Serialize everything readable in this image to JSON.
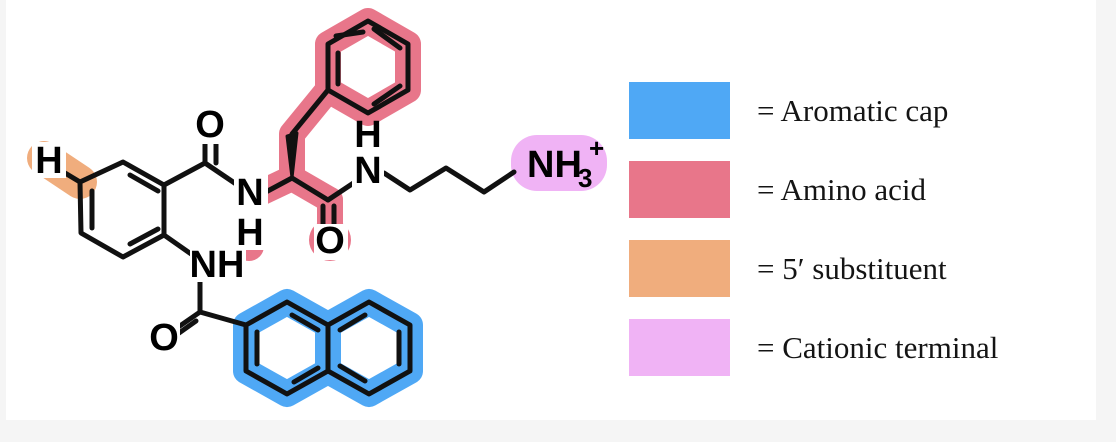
{
  "figure": {
    "title": "Peptidomimetic molecule with colour-coded structural regions",
    "background_color": "#f5f5f5",
    "canvas_color": "#ffffff"
  },
  "colors": {
    "aromatic_cap": "#4fa8f5",
    "amino_acid": "#e8768a",
    "substituent_5prime": "#f0ad7d",
    "cationic_terminal": "#f0b3f5",
    "bond": "#111111",
    "text": "#141414"
  },
  "legend": {
    "equals_sign": "=",
    "items": [
      {
        "swatch_name": "aromatic-cap-swatch",
        "color": "#4fa8f5",
        "label": "= Aromatic cap"
      },
      {
        "swatch_name": "amino-acid-swatch",
        "color": "#e8768a",
        "label": "= Amino acid"
      },
      {
        "swatch_name": "five-prime-substituent-swatch",
        "color": "#f0ad7d",
        "label": "= 5′ substituent"
      },
      {
        "swatch_name": "cationic-terminal-swatch",
        "color": "#f0b3f5",
        "label": "= Cationic terminal"
      }
    ]
  },
  "structure": {
    "atom_labels": {
      "h_5prime": "H",
      "o_benzamide": "O",
      "nh_amide_left_n": "N",
      "nh_amide_left_h": "H",
      "o_ketone_center": "O",
      "nh_amide_right_h": "H",
      "nh_amide_right_n": "N",
      "nh_aniline": "NH",
      "o_naphthoyl": "O",
      "ammonium": "NH",
      "ammonium_sub": "3",
      "ammonium_charge": "+"
    },
    "fragments": [
      {
        "name": "central-benzene-ring",
        "highlight": "none"
      },
      {
        "name": "phenyl-side-chain-ring",
        "highlight": "#e8768a"
      },
      {
        "name": "naphthalene-ring-system",
        "highlight": "#4fa8f5"
      },
      {
        "name": "h-substituent",
        "highlight": "#f0ad7d"
      },
      {
        "name": "ammonium-terminal",
        "highlight": "#f0b3f5"
      }
    ]
  }
}
